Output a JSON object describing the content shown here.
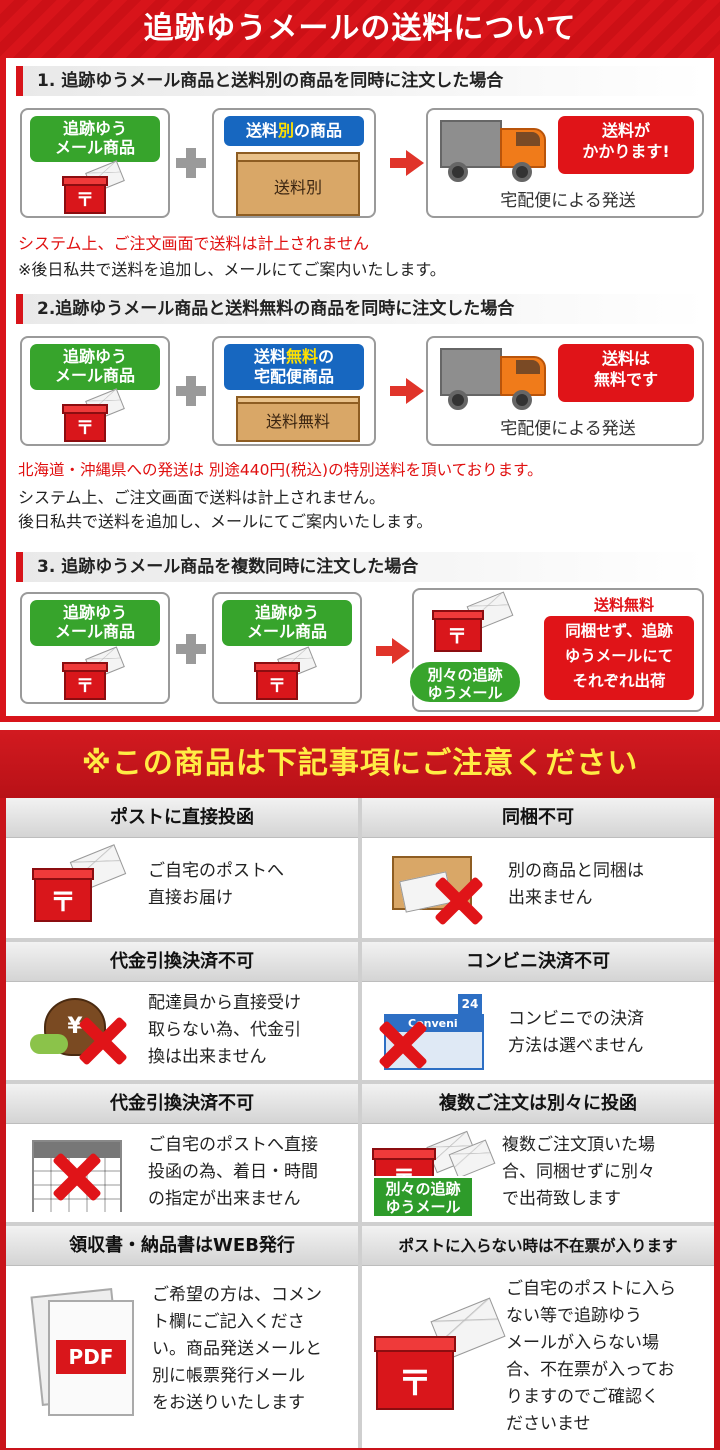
{
  "shipping": {
    "title": "追跡ゆうメールの送料について",
    "cases": [
      {
        "heading": "1. 追跡ゆうメール商品と送料別の商品を同時に注文した場合",
        "item1": [
          "追跡ゆう",
          "メール商品"
        ],
        "item2_label": {
          "pre": "送料",
          "highlight": "別",
          "post": "の商品"
        },
        "item2_box": "送料別",
        "result_badge": [
          "送料が",
          "かかります!"
        ],
        "result_text": "宅配便による発送",
        "note_red": "システム上、ご注文画面で送料は計上されません",
        "note": "※後日私共で送料を追加し、メールにてご案内いたします。"
      },
      {
        "heading": "2.追跡ゆうメール商品と送料無料の商品を同時に注文した場合",
        "item1": [
          "追跡ゆう",
          "メール商品"
        ],
        "item2_label": {
          "pre": "送料",
          "highlight": "無料",
          "post": "の",
          "line2": "宅配便商品"
        },
        "item2_box": "送料無料",
        "result_badge": [
          "送料は",
          "無料です"
        ],
        "result_text": "宅配便による発送",
        "note_red": "北海道・沖縄県への発送は 別途440円(税込)の特別送料を頂いております。",
        "note_lines": [
          "システム上、ご注文画面で送料は計上されません。",
          "後日私共で送料を追加し、メールにてご案内いたします。"
        ]
      },
      {
        "heading": "3. 追跡ゆうメール商品を複数同時に注文した場合",
        "item1": [
          "追跡ゆう",
          "メール商品"
        ],
        "item2": [
          "追跡ゆう",
          "メール商品"
        ],
        "result_badge_title": "送料無料",
        "result_badge": [
          "同梱せず、追跡",
          "ゆうメールにて",
          "それぞれ出荷"
        ],
        "result_bubble": [
          "別々の追跡",
          "ゆうメール"
        ]
      }
    ]
  },
  "notice": {
    "title": "※この商品は下記事項にご注意ください",
    "cells": [
      {
        "head": "ポストに直接投函",
        "lines": [
          "ご自宅のポストへ",
          "直接お届け"
        ]
      },
      {
        "head": "同梱不可",
        "lines": [
          "別の商品と同梱は",
          "出来ません"
        ]
      },
      {
        "head": "代金引換決済不可",
        "lines": [
          "配達員から直接受け",
          "取らない為、代金引",
          "換は出来ません"
        ],
        "icon_text": "¥"
      },
      {
        "head": "コンビニ決済不可",
        "lines": [
          "コンビニでの決済",
          "方法は選べません"
        ],
        "icon_store": "Conveni",
        "icon_badge": "24"
      },
      {
        "head": "代金引換決済不可",
        "lines": [
          "ご自宅のポストへ直接",
          "投函の為、着日・時間",
          "の指定が出来ません"
        ]
      },
      {
        "head": "複数ご注文は別々に投函",
        "lines": [
          "複数ご注文頂いた場",
          "合、同梱せずに別々",
          "で出荷致します"
        ],
        "badge": [
          "別々の追跡",
          "ゆうメール"
        ]
      },
      {
        "head": "領収書・納品書はWEB発行",
        "lines": [
          "ご希望の方は、コメン",
          "ト欄にご記入くださ",
          "い。商品発送メールと",
          "別に帳票発行メール",
          "をお送りいたします"
        ],
        "icon_text": "PDF"
      },
      {
        "head": "ポストに入らない時は不在票が入ります",
        "lines": [
          "ご自宅のポストに入ら",
          "ない等で追跡ゆう",
          "メールが入らない場",
          "合、不在票が入ってお",
          "りますのでご確認く",
          "ださいませ"
        ]
      }
    ]
  },
  "colors": {
    "red": "#d8141a",
    "green": "#37a42c",
    "blue": "#1767c0",
    "yellow": "#ffec45"
  },
  "icons": [
    "mailbox-icon",
    "truck-icon",
    "cardboard-box-icon",
    "envelope-icon",
    "coin-purse-icon",
    "convenience-store-icon",
    "calendar-icon",
    "pdf-document-icon",
    "cross-icon"
  ]
}
